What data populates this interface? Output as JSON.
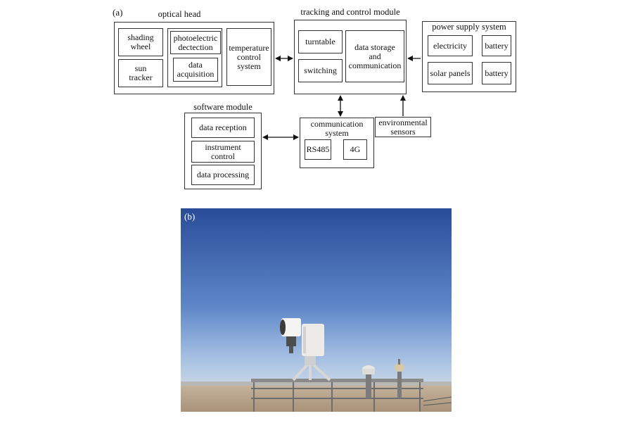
{
  "panel_a": {
    "label": "(a)",
    "optical_head": {
      "title": "optical head",
      "shading_wheel": [
        "shading",
        "wheel"
      ],
      "sun_tracker": [
        "sun",
        "tracker"
      ],
      "photoelectric": [
        "photoelectric",
        "dectection"
      ],
      "data_acquisition": [
        "data",
        "acquisition"
      ],
      "temperature_control": [
        "temperature",
        "control",
        "system"
      ]
    },
    "tracking": {
      "title": "tracking and control module",
      "turntable": "turntable",
      "switching": "switching",
      "data_storage": [
        "data storage",
        "and",
        "communication"
      ]
    },
    "power": {
      "title": "power supply system",
      "electricity": "electricity",
      "battery_1": "battery",
      "solar_panels": "solar panels",
      "battery_2": "battery"
    },
    "software": {
      "title": "software module",
      "data_reception": "data reception",
      "instrument_control": [
        "instrument",
        "control"
      ],
      "data_processing": "data processing"
    },
    "communication": {
      "title": [
        "communication",
        "system"
      ],
      "rs485": "RS485",
      "g4": "4G"
    },
    "environmental": [
      "environmental",
      "sensors"
    ]
  },
  "panel_b": {
    "label": "(b)"
  },
  "colors": {
    "sky_top": "#2c4f9c",
    "sky_bottom": "#9ab7df",
    "ground": "#b9a58f",
    "line": "#333333"
  }
}
